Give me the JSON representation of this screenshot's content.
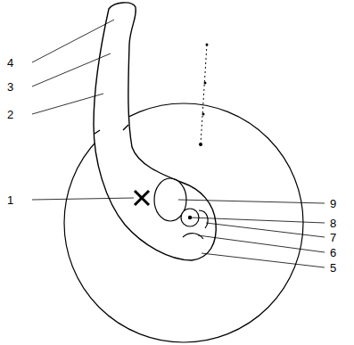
{
  "diagram": {
    "labels": [
      "4",
      "3",
      "2",
      "1",
      "9",
      "8",
      "7",
      "6",
      "5"
    ]
  }
}
